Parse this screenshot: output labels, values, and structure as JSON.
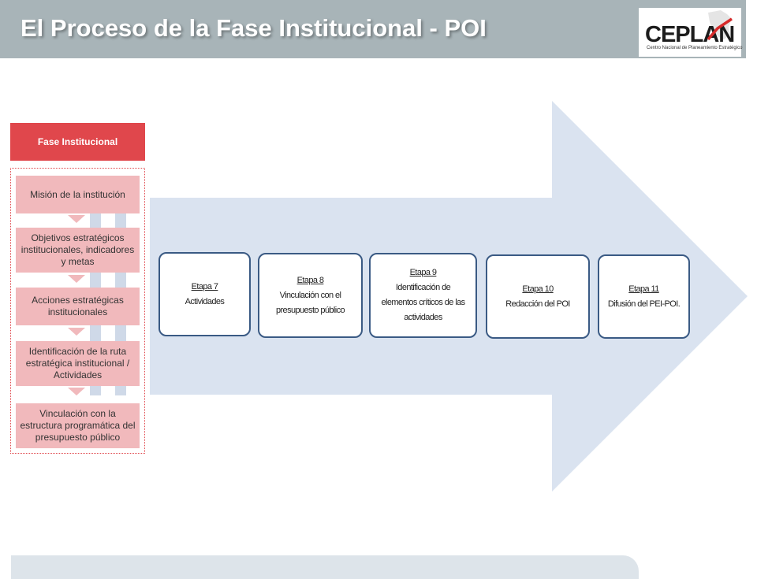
{
  "header": {
    "title": "El Proceso de la Fase Institucional - POI"
  },
  "logo": {
    "wordmark": "CEPLAN",
    "tagline": "Centro Nacional de Planeamiento Estratégico"
  },
  "phase_panel": {
    "title": "Fase Institucional",
    "steps": [
      "Misión de la institución",
      "Objetivos estratégicos institucionales, indicadores y metas",
      "Acciones estratégicas institucionales",
      "Identificación de la ruta estratégica institucional / Actividades",
      "Vinculación con la estructura programática del presupuesto público"
    ]
  },
  "stages": [
    {
      "label": "Etapa 7",
      "text": "Actividades"
    },
    {
      "label": "Etapa 8",
      "text": "Vinculación con el presupuesto público"
    },
    {
      "label": "Etapa 9",
      "text": "Identificación de elementos críticos de las actividades"
    },
    {
      "label": "Etapa 10",
      "text": "Redacción del POI"
    },
    {
      "label": "Etapa 11",
      "text": "Difusión del PEI-POI."
    }
  ],
  "colors": {
    "header_bg": "#a8b4b8",
    "phase_red": "#e0474c",
    "step_pink": "#f1b9bc",
    "arrow_blue": "#dae3f0",
    "stage_border": "#3a5a84"
  }
}
